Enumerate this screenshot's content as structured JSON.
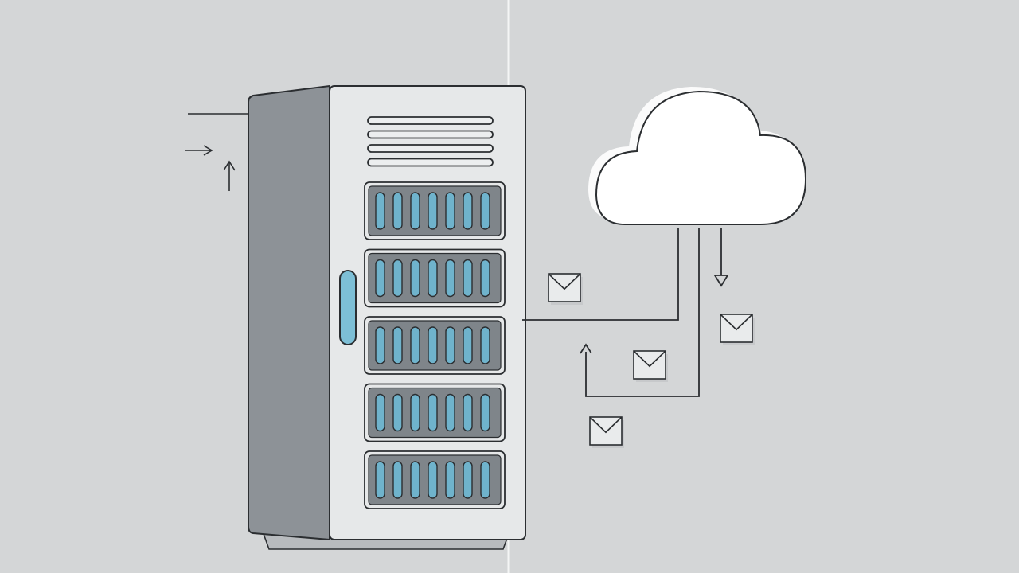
{
  "palette": {
    "background": "#d4d6d7",
    "panel_line": "#f4f5f5",
    "outline": "#2b2e31",
    "server_side": "#8d9297",
    "server_front": "#e6e8e9",
    "server_top": "#c9cccf",
    "drive_bay": "#7f858a",
    "led_blue": "#6fb3cc",
    "handle_blue": "#7dbfd6",
    "cloud_fill": "#ffffff",
    "cloud_shadow": "#b9bcbf",
    "envelope_fill": "#e9ebec"
  },
  "icons": {
    "server": "server-rack-icon",
    "cloud": "cloud-icon",
    "envelope": "envelope-icon",
    "arrow_right": "arrow-right-icon",
    "arrow_up": "arrow-up-icon",
    "arrow_down": "arrow-down-icon"
  },
  "diagram": {
    "nodes": [
      {
        "id": "server",
        "kind": "server-rack",
        "drive_bays": 5,
        "vent_slots": 4
      },
      {
        "id": "cloud",
        "kind": "cloud"
      }
    ],
    "messages": 4,
    "links": [
      {
        "from": "server",
        "to": "cloud",
        "style": "elbow"
      },
      {
        "from": "cloud",
        "to": "server",
        "style": "elbow",
        "arrow": "up"
      },
      {
        "from": "cloud",
        "to": "below-cloud",
        "style": "straight",
        "arrow": "down"
      }
    ]
  }
}
